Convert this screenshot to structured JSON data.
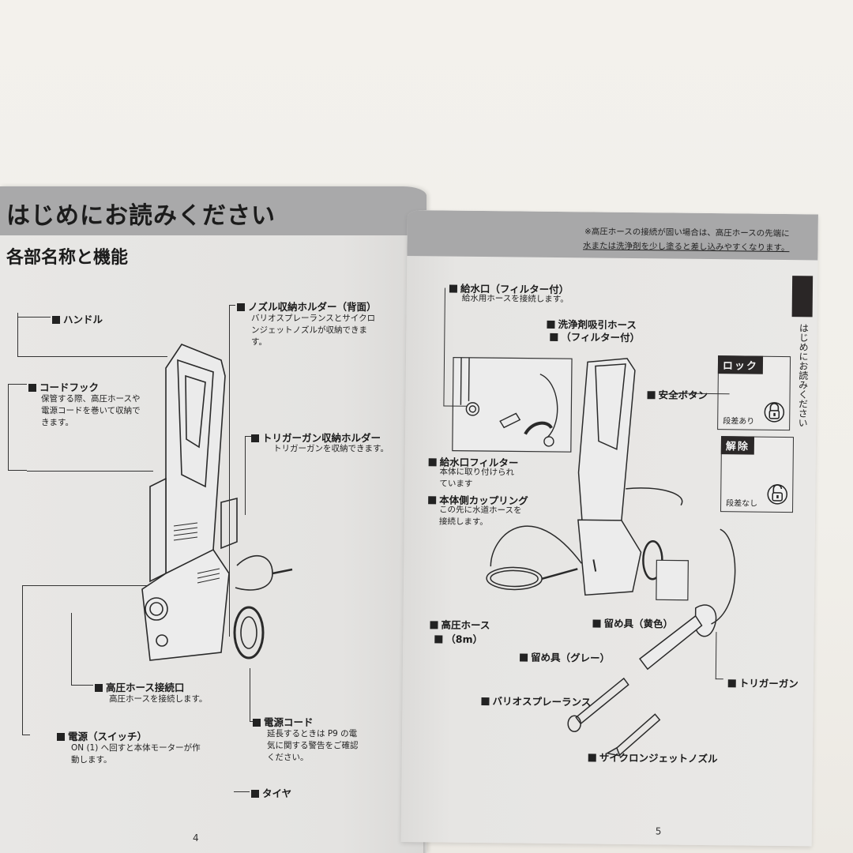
{
  "left_page": {
    "header_title": "はじめにお読みください",
    "section_title": "各部名称と機能",
    "page_number": "4",
    "parts": [
      {
        "name": "ハンドル",
        "desc": ""
      },
      {
        "name": "コードフック",
        "desc": "保管する際、高圧ホースや電源コードを巻いて収納できます。"
      },
      {
        "name": "ノズル収納ホルダー（背面）",
        "desc": "バリオスプレーランスとサイクロンジェットノズルが収納できます。"
      },
      {
        "name": "トリガーガン収納ホルダー",
        "desc": "トリガーガンを収納できます。"
      },
      {
        "name": "高圧ホース接続口",
        "desc": "高圧ホースを接続します。"
      },
      {
        "name": "電源（スイッチ）",
        "desc": "ON (1) へ回すと本体モーターが作動します。"
      },
      {
        "name": "電源コード",
        "desc": "延長するときは P9 の電気に関する警告をご確認ください。"
      },
      {
        "name": "タイヤ",
        "desc": ""
      }
    ]
  },
  "right_page": {
    "note_line1": "※高圧ホースの接続が固い場合は、高圧ホースの先端に",
    "note_line2": "水または洗浄剤を少し塗ると差し込みやすくなります。",
    "side_tab_text": "はじめにお読みください",
    "page_number": "5",
    "parts": [
      {
        "name": "給水口（フィルター付）",
        "desc": "給水用ホースを接続します。"
      },
      {
        "name": "洗浄剤吸引ホース",
        "desc": "（フィルター付）"
      },
      {
        "name": "給水口フィルター",
        "desc": "本体に取り付けられています"
      },
      {
        "name": "本体側カップリング",
        "desc": "この先に水道ホースを接続します。"
      },
      {
        "name": "高圧ホース",
        "desc": "（8m）"
      },
      {
        "name": "留め具（グレー）",
        "desc": ""
      },
      {
        "name": "留め具（黄色）",
        "desc": ""
      },
      {
        "name": "安全ボタン",
        "desc": ""
      },
      {
        "name": "トリガーガン",
        "desc": ""
      },
      {
        "name": "バリオスプレーランス",
        "desc": ""
      },
      {
        "name": "サイクロンジェットノズル",
        "desc": ""
      }
    ],
    "lock_panels": [
      {
        "tag": "ロック",
        "caption": "段差あり",
        "icon": "lock-closed-icon"
      },
      {
        "tag": "解除",
        "caption": "段差なし",
        "icon": "lock-open-icon"
      }
    ]
  }
}
